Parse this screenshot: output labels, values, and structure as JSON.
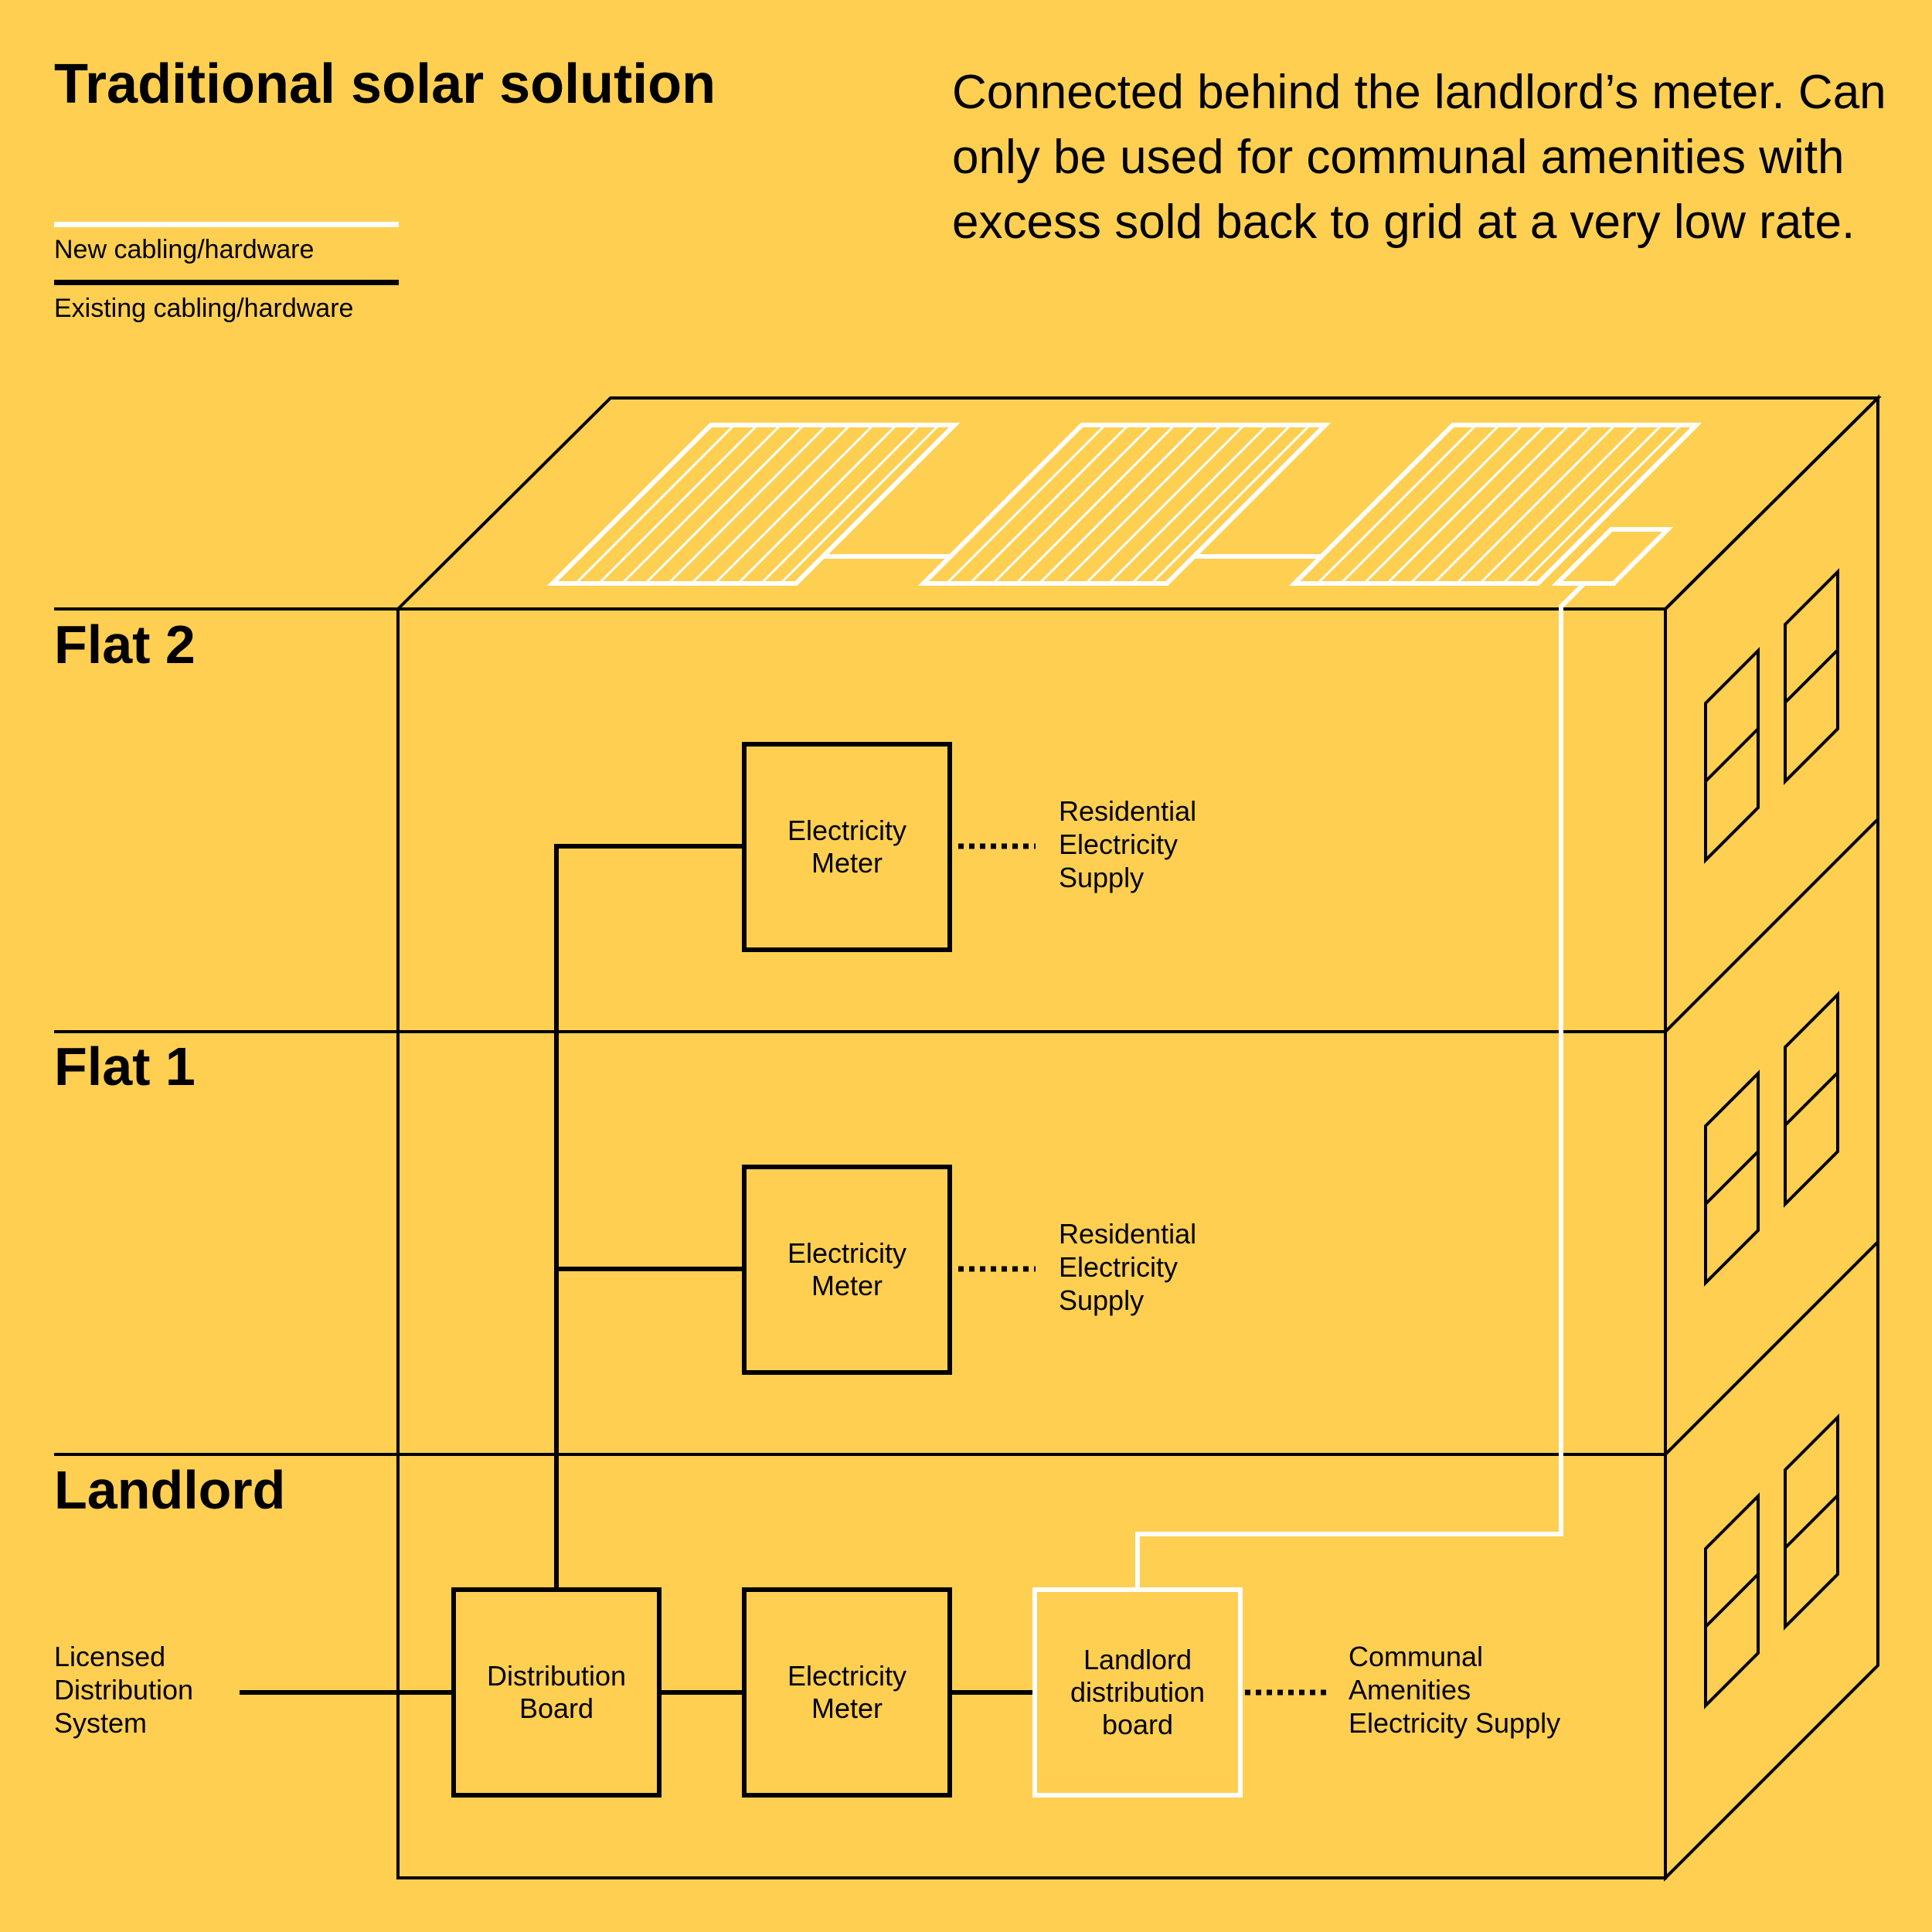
{
  "title": "Traditional solar solution",
  "description": "Connected behind the landlord’s meter. Can only be used for communal amenities with excess sold back to grid at a very low rate.",
  "legend": {
    "new_label": "New cabling/hardware",
    "existing_label": "Existing cabling/hardware",
    "new_color": "#FFFFFF",
    "existing_color": "#000000"
  },
  "background_color": "#FFCF52",
  "floors": {
    "flat2": "Flat 2",
    "flat1": "Flat 1",
    "landlord": "Landlord"
  },
  "nodes": {
    "flat2_meter": "Electricity\nMeter",
    "flat1_meter": "Electricity\nMeter",
    "distribution_board": "Distribution\nBoard",
    "landlord_meter": "Electricity\nMeter",
    "landlord_distribution_board": "Landlord\ndistribution\nboard"
  },
  "outputs": {
    "flat2_supply": "Residential\nElectricity\nSupply",
    "flat1_supply": "Residential\nElectricity\nSupply",
    "communal_supply": "Communal\nAmenities\nElectricity Supply"
  },
  "grid_input": "Licensed\nDistribution\nSystem"
}
